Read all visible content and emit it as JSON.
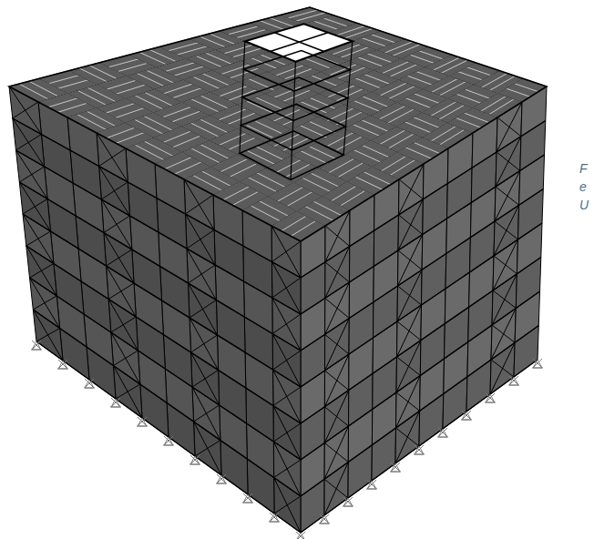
{
  "diagram": {
    "labels": [
      "F",
      "e",
      "U"
    ]
  }
}
